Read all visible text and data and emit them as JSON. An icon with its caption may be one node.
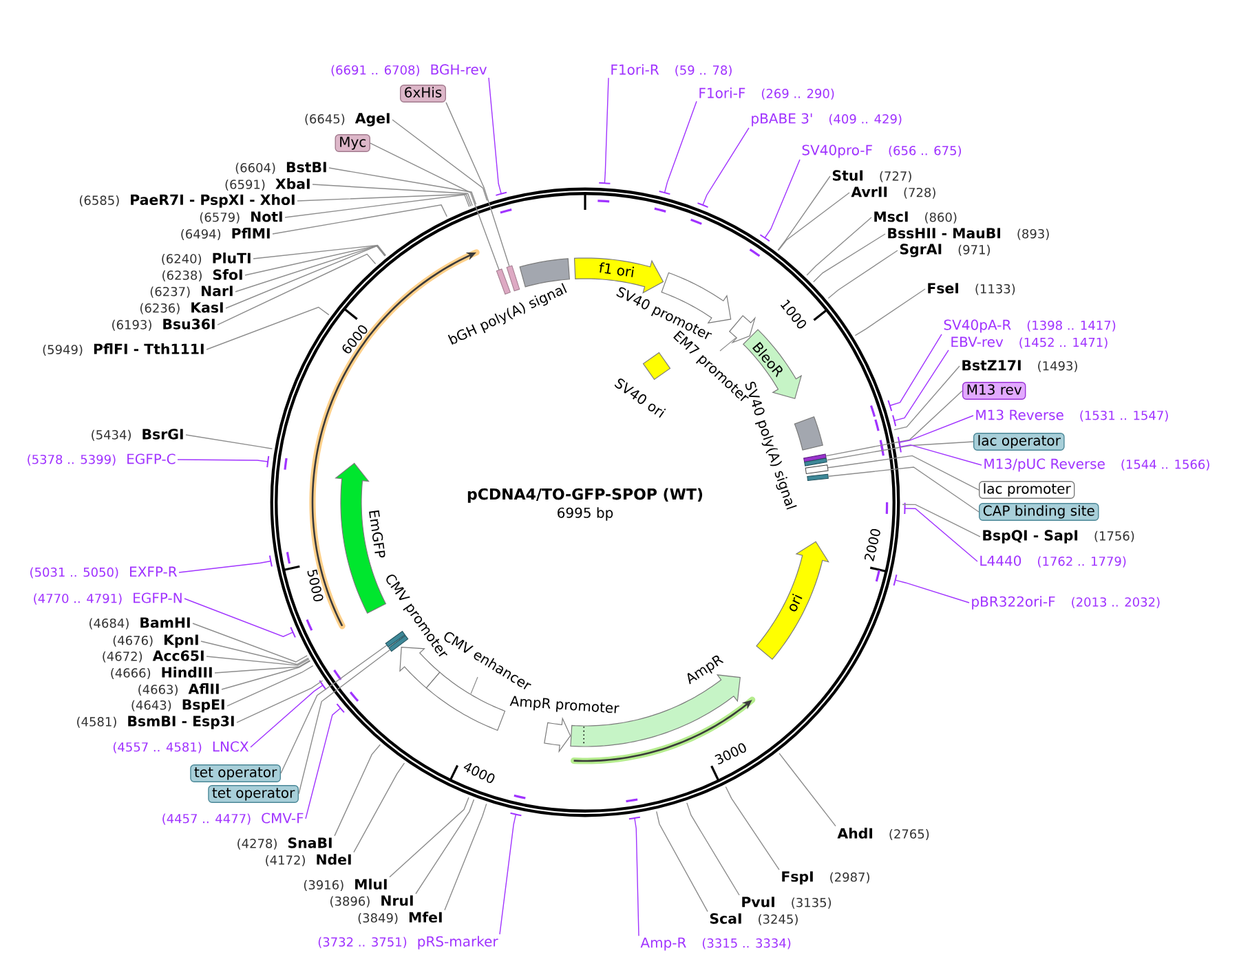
{
  "diagram": {
    "title": "pCDNA4/TO-GFP-SPOP (WT)",
    "nodes": [
      {
        "text": [
          "(6691 .. 6708)",
          "BGH-rev"
        ]
      },
      {
        "text": [
          "F1ori-R",
          "(59 .. 78)"
        ]
      },
      {
        "text": [
          "F1ori-F",
          "(269 .. 290)"
        ]
      },
      {
        "text": [
          "6xHis"
        ]
      },
      {
        "text": [
          "(6645)",
          "AgeI"
        ]
      },
      {
        "text": [
          "pBABE 3'",
          "(409 .. 429)"
        ]
      },
      {
        "text": [
          "Myc"
        ]
      },
      {
        "text": [
          "SV40pro-F",
          "(656 .. 675)"
        ]
      },
      {
        "text": [
          "(6604)",
          "BstBI"
        ]
      },
      {
        "text": [
          "StuI",
          "(727)"
        ]
      },
      {
        "text": [
          "(6591)",
          "XbaI"
        ]
      },
      {
        "text": [
          "AvrII",
          "(728)"
        ]
      },
      {
        "text": [
          "(6585)",
          "PaeR7I - PspXI - XhoI"
        ]
      },
      {
        "text": [
          "(6579)",
          "NotI"
        ]
      },
      {
        "text": [
          "MscI",
          "(860)"
        ]
      },
      {
        "text": [
          "(6494)",
          "PflMI"
        ]
      },
      {
        "text": [
          "BssHII - MauBI",
          "(893)"
        ]
      },
      {
        "text": [
          "SgrAI",
          "(971)"
        ]
      },
      {
        "text": [
          "(6240)",
          "PluTI"
        ]
      },
      {
        "text": [
          "(6238)",
          "SfoI"
        ]
      },
      {
        "text": [
          "FseI",
          "(1133)"
        ]
      },
      {
        "text": [
          "(6237)",
          "NarI"
        ]
      },
      {
        "text": [
          "(6236)",
          "KasI"
        ]
      },
      {
        "text": [
          "(6193)",
          "Bsu36I"
        ]
      },
      {
        "text": [
          "SV40pA-R",
          "(1398 .. 1417)"
        ]
      },
      {
        "text": [
          "EBV-rev",
          "(1452 .. 1471)"
        ]
      },
      {
        "text": [
          "(5949)",
          "PflFI - Tth111I"
        ]
      },
      {
        "text": [
          "BstZ17I",
          "(1493)"
        ]
      },
      {
        "text": [
          "M13 rev"
        ]
      },
      {
        "text": [
          "M13 Reverse",
          "(1531 .. 1547)"
        ]
      },
      {
        "text": [
          "(5434)",
          "BsrGI"
        ]
      },
      {
        "text": [
          "lac operator"
        ]
      },
      {
        "text": [
          "(5378 .. 5399)",
          "EGFP-C"
        ]
      },
      {
        "text": [
          "M13/pUC Reverse",
          "(1544 .. 1566)"
        ]
      },
      {
        "text": [
          "lac promoter"
        ]
      },
      {
        "text": [
          "CAP binding site"
        ]
      },
      {
        "text": [
          "BspQI - SapI",
          "(1756)"
        ]
      },
      {
        "text": [
          "L4440",
          "(1762 .. 1779)"
        ]
      },
      {
        "text": [
          "(5031 .. 5050)",
          "EXFP-R"
        ]
      },
      {
        "text": [
          "(4770 .. 4791)",
          "EGFP-N"
        ]
      },
      {
        "text": [
          "pBR322ori-F",
          "(2013 .. 2032)"
        ]
      },
      {
        "text": [
          "(4684)",
          "BamHI"
        ]
      },
      {
        "text": [
          "(4676)",
          "KpnI"
        ]
      },
      {
        "text": [
          "(4672)",
          "Acc65I"
        ]
      },
      {
        "text": [
          "(4666)",
          "HindIII"
        ]
      },
      {
        "text": [
          "(4663)",
          "AflII"
        ]
      },
      {
        "text": [
          "(4643)",
          "BspEI"
        ]
      },
      {
        "text": [
          "(4581)",
          "BsmBI - Esp3I"
        ]
      },
      {
        "text": [
          "(4557 .. 4581)",
          "LNCX"
        ]
      },
      {
        "text": [
          "tet operator"
        ]
      },
      {
        "text": [
          "tet operator"
        ]
      },
      {
        "text": [
          "(4457 .. 4477)",
          "CMV-F"
        ]
      },
      {
        "text": [
          "AhdI",
          "(2765)"
        ]
      },
      {
        "text": [
          "(4278)",
          "SnaBI"
        ]
      },
      {
        "text": [
          "(4172)",
          "NdeI"
        ]
      },
      {
        "text": [
          "FspI",
          "(2987)"
        ]
      },
      {
        "text": [
          "(3916)",
          "MluI"
        ]
      },
      {
        "text": [
          "(3896)",
          "NruI"
        ]
      },
      {
        "text": [
          "PvuI",
          "(3135)"
        ]
      },
      {
        "text": [
          "(3849)",
          "MfeI"
        ]
      },
      {
        "text": [
          "ScaI",
          "(3245)"
        ]
      },
      {
        "text": [
          "(3732 .. 3751)",
          "pRS-marker"
        ]
      },
      {
        "text": [
          "Amp-R",
          "(3315 .. 3334)"
        ]
      },
      {
        "text": [
          "bGH poly(A) signal"
        ]
      },
      {
        "text": [],
        "shape": "box"
      },
      {
        "text": [],
        "shape": "box"
      },
      {
        "text": [
          "f1 ori"
        ]
      },
      {
        "text": [
          "SV40 promoter"
        ]
      },
      {
        "text": [
          "EM7 promoter"
        ]
      },
      {
        "text": [
          "BleoR"
        ]
      },
      {
        "text": [
          "SV40 ori"
        ]
      },
      {
        "text": [
          "SV40 poly(A) signal"
        ]
      },
      {
        "text": [],
        "shape": "box"
      },
      {
        "text": [],
        "shape": "box"
      },
      {
        "text": [],
        "shape": "box"
      },
      {
        "text": [],
        "shape": "box"
      },
      {
        "text": [
          "EmGFP"
        ]
      },
      {
        "text": [
          "ori"
        ]
      },
      {
        "text": [
          "CMV promoter"
        ]
      },
      {
        "text": [],
        "shape": "box"
      },
      {
        "text": [],
        "shape": "box"
      },
      {
        "text": [
          "CMV enhancer"
        ]
      },
      {
        "text": [
          "AmpR"
        ]
      },
      {
        "text": [
          "AmpR promoter"
        ]
      }
    ],
    "edges": [
      {
        "from": 0,
        "to": null,
        "arrow": "none",
        "color": "#a033ff"
      },
      {
        "from": 1,
        "to": null,
        "arrow": "none",
        "color": "#a033ff"
      },
      {
        "from": 2,
        "to": null,
        "arrow": "none",
        "color": "#a033ff"
      },
      {
        "from": 3,
        "to": 65,
        "arrow": "none"
      },
      {
        "from": 4,
        "to": null,
        "arrow": "none"
      },
      {
        "from": 5,
        "to": null,
        "arrow": "none",
        "color": "#a033ff"
      },
      {
        "from": 6,
        "to": 64,
        "arrow": "none"
      },
      {
        "from": 7,
        "to": null,
        "arrow": "none",
        "color": "#a033ff"
      },
      {
        "from": 8,
        "to": null,
        "arrow": "none"
      },
      {
        "from": 9,
        "to": null,
        "arrow": "none"
      },
      {
        "from": 10,
        "to": null,
        "arrow": "none"
      },
      {
        "from": 11,
        "to": null,
        "arrow": "none"
      },
      {
        "from": 12,
        "to": null,
        "arrow": "none"
      },
      {
        "from": 13,
        "to": null,
        "arrow": "none"
      },
      {
        "from": 14,
        "to": null,
        "arrow": "none"
      },
      {
        "from": 15,
        "to": null,
        "arrow": "none"
      },
      {
        "from": 16,
        "to": null,
        "arrow": "none"
      },
      {
        "from": 17,
        "to": null,
        "arrow": "none"
      },
      {
        "from": 18,
        "to": null,
        "arrow": "none"
      },
      {
        "from": 19,
        "to": null,
        "arrow": "none"
      },
      {
        "from": 20,
        "to": null,
        "arrow": "none"
      },
      {
        "from": 21,
        "to": null,
        "arrow": "none"
      },
      {
        "from": 22,
        "to": null,
        "arrow": "none"
      },
      {
        "from": 23,
        "to": null,
        "arrow": "none"
      },
      {
        "from": 24,
        "to": null,
        "arrow": "none",
        "color": "#a033ff"
      },
      {
        "from": 25,
        "to": null,
        "arrow": "none",
        "color": "#a033ff"
      },
      {
        "from": 26,
        "to": null,
        "arrow": "none"
      },
      {
        "from": 27,
        "to": null,
        "arrow": "none"
      },
      {
        "from": 28,
        "to": 72,
        "arrow": "none"
      },
      {
        "from": 29,
        "to": null,
        "arrow": "none",
        "color": "#a033ff"
      },
      {
        "from": 30,
        "to": null,
        "arrow": "none"
      },
      {
        "from": 31,
        "to": 73,
        "arrow": "none"
      },
      {
        "from": 32,
        "to": null,
        "arrow": "none",
        "color": "#a033ff"
      },
      {
        "from": 33,
        "to": null,
        "arrow": "none",
        "color": "#a033ff"
      },
      {
        "from": 34,
        "to": 74,
        "arrow": "none"
      },
      {
        "from": 35,
        "to": 75,
        "arrow": "none"
      },
      {
        "from": 36,
        "to": null,
        "arrow": "none"
      },
      {
        "from": 37,
        "to": null,
        "arrow": "none",
        "color": "#a033ff"
      },
      {
        "from": 38,
        "to": null,
        "arrow": "none",
        "color": "#a033ff"
      },
      {
        "from": 39,
        "to": null,
        "arrow": "none",
        "color": "#a033ff"
      },
      {
        "from": 40,
        "to": null,
        "arrow": "none",
        "color": "#a033ff"
      },
      {
        "from": 41,
        "to": null,
        "arrow": "none"
      },
      {
        "from": 42,
        "to": null,
        "arrow": "none"
      },
      {
        "from": 43,
        "to": null,
        "arrow": "none"
      },
      {
        "from": 44,
        "to": null,
        "arrow": "none"
      },
      {
        "from": 45,
        "to": null,
        "arrow": "none"
      },
      {
        "from": 46,
        "to": null,
        "arrow": "none"
      },
      {
        "from": 47,
        "to": null,
        "arrow": "none"
      },
      {
        "from": 48,
        "to": null,
        "arrow": "none",
        "color": "#a033ff"
      },
      {
        "from": 49,
        "to": 79,
        "arrow": "none"
      },
      {
        "from": 50,
        "to": 80,
        "arrow": "none"
      },
      {
        "from": 51,
        "to": null,
        "arrow": "none",
        "color": "#a033ff"
      },
      {
        "from": 52,
        "to": null,
        "arrow": "none"
      },
      {
        "from": 53,
        "to": null,
        "arrow": "none"
      },
      {
        "from": 54,
        "to": null,
        "arrow": "none"
      },
      {
        "from": 55,
        "to": null,
        "arrow": "none"
      },
      {
        "from": 56,
        "to": null,
        "arrow": "none"
      },
      {
        "from": 57,
        "to": null,
        "arrow": "none"
      },
      {
        "from": 58,
        "to": null,
        "arrow": "none"
      },
      {
        "from": 59,
        "to": null,
        "arrow": "none"
      },
      {
        "from": 60,
        "to": null,
        "arrow": "none"
      },
      {
        "from": 61,
        "to": null,
        "arrow": "none",
        "color": "#a033ff"
      },
      {
        "from": 62,
        "to": null,
        "arrow": "none",
        "color": "#a033ff"
      }
    ],
    "labels": [
      "6995 bp",
      "1000",
      "2000",
      "3000",
      "4000",
      "5000",
      "6000"
    ]
  }
}
